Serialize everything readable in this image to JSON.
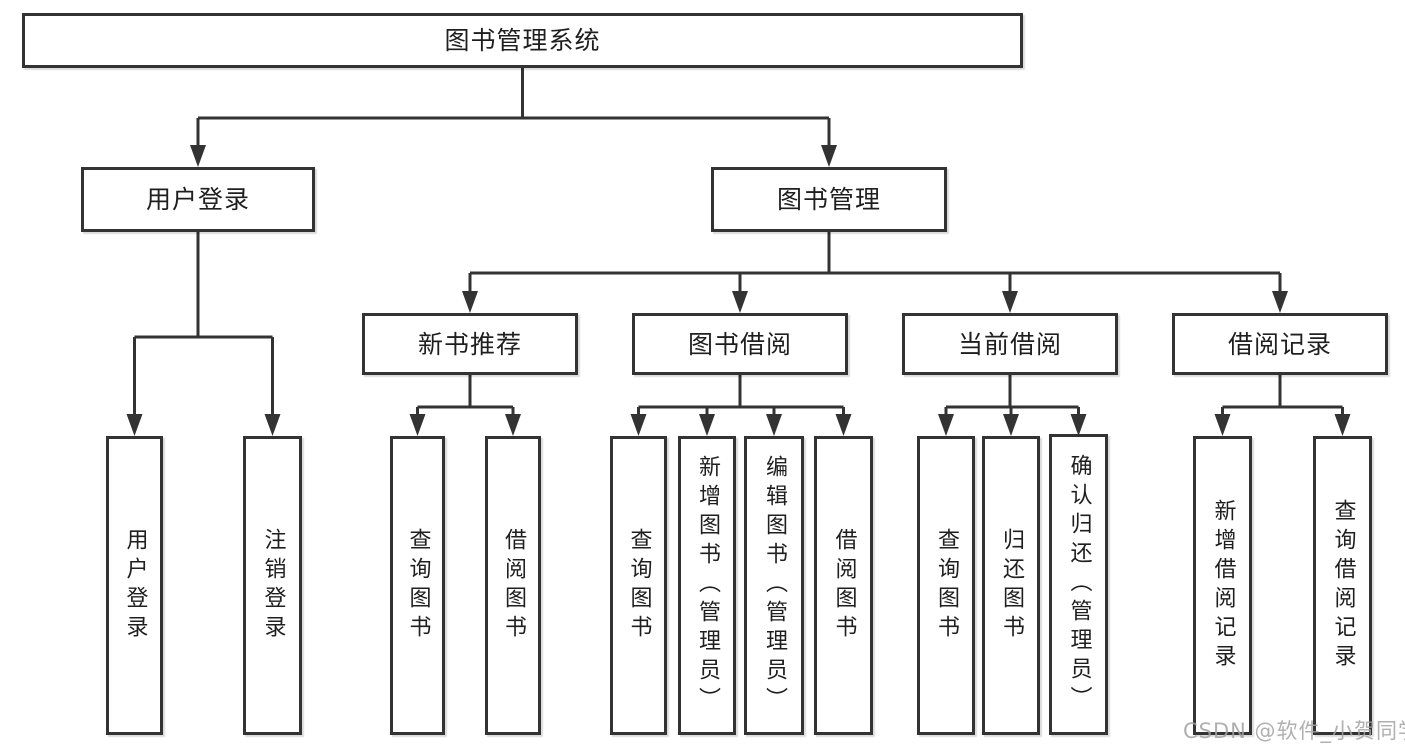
{
  "diagram": {
    "watermark": "CSDN @软件_小贺同学",
    "colors": {
      "background": "#ffffff",
      "line": "#333333",
      "box_border": "#333333",
      "text": "#1f1f1f",
      "watermark": "#a3a3a3"
    },
    "tree": {
      "label": "图书管理系统",
      "children": [
        {
          "label": "用户登录",
          "children": [
            {
              "label": "用户登录"
            },
            {
              "label": "注销登录"
            }
          ]
        },
        {
          "label": "图书管理",
          "children": [
            {
              "label": "新书推荐",
              "children": [
                {
                  "label": "查询图书"
                },
                {
                  "label": "借阅图书"
                }
              ]
            },
            {
              "label": "图书借阅",
              "children": [
                {
                  "label": "查询图书"
                },
                {
                  "label": "新增图书（管理员）"
                },
                {
                  "label": "编辑图书（管理员）"
                },
                {
                  "label": "借阅图书"
                }
              ]
            },
            {
              "label": "当前借阅",
              "children": [
                {
                  "label": "查询图书"
                },
                {
                  "label": "归还图书"
                },
                {
                  "label": "确认归还（管理员）"
                }
              ]
            },
            {
              "label": "借阅记录",
              "children": [
                {
                  "label": "新增借阅记录"
                },
                {
                  "label": "查询借阅记录"
                }
              ]
            }
          ]
        }
      ]
    }
  }
}
